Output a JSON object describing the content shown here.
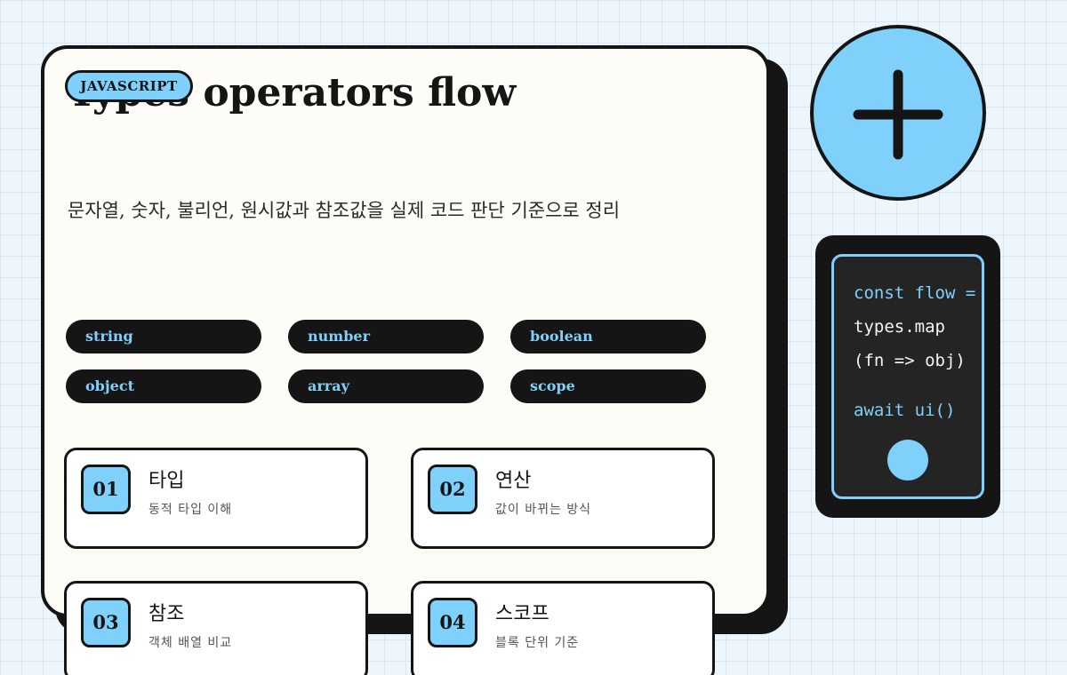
{
  "hero": {
    "tag": "JAVASCRIPT",
    "title": "Types operators flow",
    "subtitle": "문자열, 숫자, 불리언, 원시값과 참조값을 실제 코드 판단 기준으로 정리"
  },
  "chips": [
    "string",
    "number",
    "boolean",
    "object",
    "array",
    "scope"
  ],
  "topics": [
    {
      "num": "01",
      "title": "타입",
      "desc": "동적 타입 이해"
    },
    {
      "num": "02",
      "title": "연산",
      "desc": "값이 바뀌는 방식"
    },
    {
      "num": "03",
      "title": "참조",
      "desc": "객체 배열 비교"
    },
    {
      "num": "04",
      "title": "스코프",
      "desc": "블록 단위 기준"
    }
  ],
  "code": {
    "lines": [
      "const flow =",
      "types.map",
      "(fn => obj)",
      "await ui()"
    ]
  },
  "icons": {
    "add": "plus-icon"
  },
  "colors": {
    "accent": "#7fd0fb",
    "ink": "#151515",
    "paper": "#fdfcf7",
    "background": "#eef6fd"
  }
}
